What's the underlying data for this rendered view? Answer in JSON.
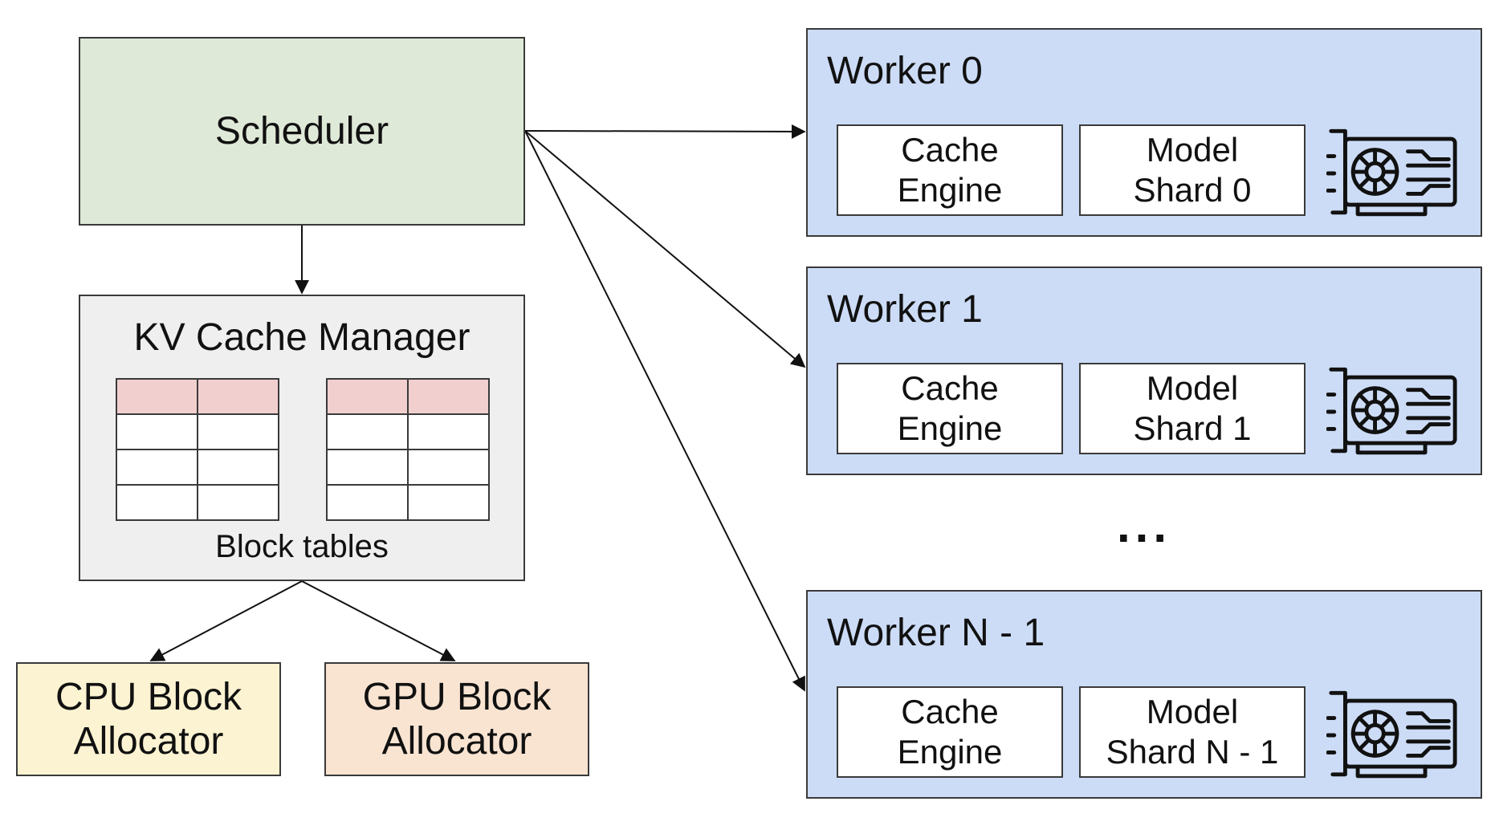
{
  "scheduler": {
    "label": "Scheduler"
  },
  "kv_cache_manager": {
    "title": "KV Cache Manager",
    "caption": "Block tables"
  },
  "allocators": [
    {
      "line1": "CPU Block",
      "line2": "Allocator",
      "color": "#fcf3d2"
    },
    {
      "line1": "GPU Block",
      "line2": "Allocator",
      "color": "#f9e4d2"
    }
  ],
  "workers": [
    {
      "title": "Worker 0",
      "cache_line1": "Cache",
      "cache_line2": "Engine",
      "model_line1": "Model",
      "model_line2": "Shard 0",
      "icon": "gpu-card-icon"
    },
    {
      "title": "Worker 1",
      "cache_line1": "Cache",
      "cache_line2": "Engine",
      "model_line1": "Model",
      "model_line2": "Shard 1",
      "icon": "gpu-card-icon"
    },
    {
      "title": "Worker N - 1",
      "cache_line1": "Cache",
      "cache_line2": "Engine",
      "model_line1": "Model",
      "model_line2": "Shard N - 1",
      "icon": "gpu-card-icon"
    }
  ],
  "ellipsis": "...",
  "colors": {
    "scheduler": "#dfe9d8",
    "kv_manager": "#efefef",
    "block_table_header": "#f2cfcf",
    "worker": "#ccdcf6"
  }
}
